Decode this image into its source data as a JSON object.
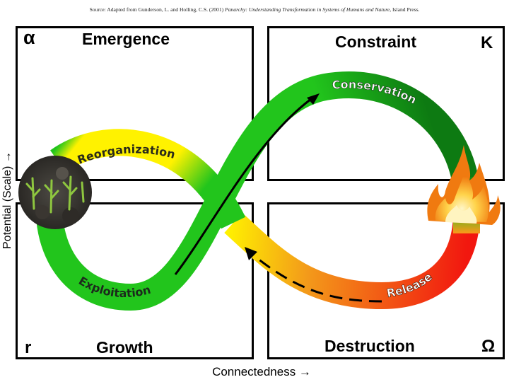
{
  "source": {
    "prefix": "Source: Adapted from Gunderson, L. and Holling, C.S. (2001) ",
    "title": "Panarchy: Understanding Transformation in Systems of Humans and Nature",
    "suffix": ", Island Press."
  },
  "panels": {
    "top_left": {
      "title": "Emergence",
      "symbol": "α"
    },
    "top_right": {
      "title": "Constraint",
      "symbol": "K"
    },
    "bottom_left": {
      "title": "Growth",
      "symbol": "r"
    },
    "bottom_right": {
      "title": "Destruction",
      "symbol": "Ω"
    }
  },
  "phases": {
    "reorganization": "Reorganization",
    "conservation": "Conservation",
    "exploitation": "Exploitation",
    "release": "Release"
  },
  "axes": {
    "x": "Connectedness →",
    "y": "Potential (Scale) →"
  },
  "colors": {
    "green": "#22c51c",
    "dark_green": "#0d7a12",
    "yellow": "#fff200",
    "orange": "#f39a1a",
    "red": "#f2170f"
  },
  "icons": {
    "left_node": "seedlings-photo",
    "right_node": "fire-photo"
  }
}
